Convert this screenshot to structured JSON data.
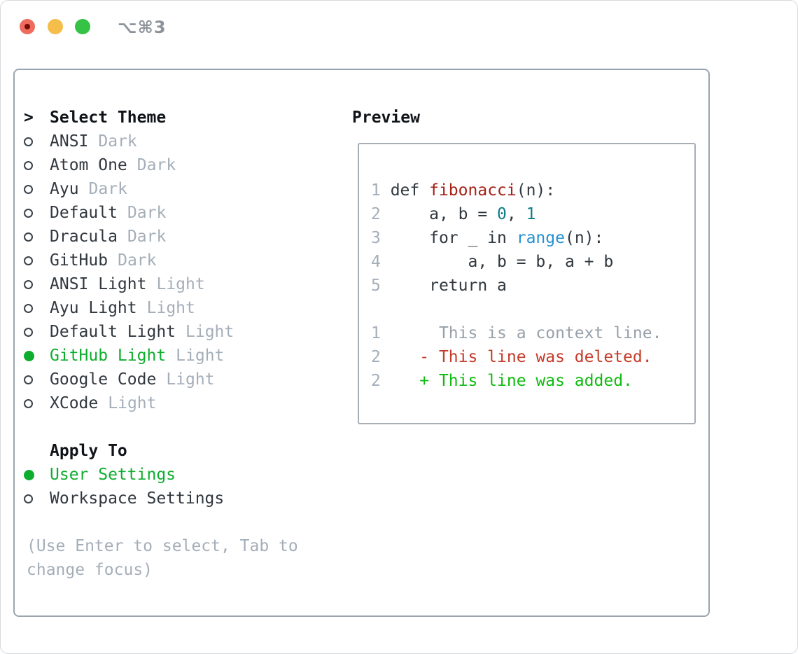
{
  "window": {
    "title_shortcut": "⌥⌘3",
    "traffic_lights": [
      {
        "name": "close",
        "has_dot": true
      },
      {
        "name": "minimize",
        "has_dot": false
      },
      {
        "name": "zoom",
        "has_dot": false
      }
    ]
  },
  "theme_panel": {
    "marker": ">",
    "header": "Select Theme",
    "items": [
      {
        "name": "ANSI",
        "variant": "Dark",
        "selected": false
      },
      {
        "name": "Atom One",
        "variant": "Dark",
        "selected": false
      },
      {
        "name": "Ayu",
        "variant": "Dark",
        "selected": false
      },
      {
        "name": "Default",
        "variant": "Dark",
        "selected": false
      },
      {
        "name": "Dracula",
        "variant": "Dark",
        "selected": false
      },
      {
        "name": "GitHub",
        "variant": "Dark",
        "selected": false
      },
      {
        "name": "ANSI Light",
        "variant": "Light",
        "selected": false
      },
      {
        "name": "Ayu Light",
        "variant": "Light",
        "selected": false
      },
      {
        "name": "Default Light",
        "variant": "Light",
        "selected": false
      },
      {
        "name": "GitHub Light",
        "variant": "Light",
        "selected": true
      },
      {
        "name": "Google Code",
        "variant": "Light",
        "selected": false
      },
      {
        "name": "XCode",
        "variant": "Light",
        "selected": false
      }
    ]
  },
  "apply_panel": {
    "header": "Apply To",
    "items": [
      {
        "name": "User Settings",
        "selected": true
      },
      {
        "name": "Workspace Settings",
        "selected": false
      }
    ]
  },
  "hint": "(Use Enter to select, Tab to change focus)",
  "preview": {
    "header": "Preview",
    "lines": [
      [
        {
          "t": "1",
          "c": "num"
        },
        {
          "t": " def ",
          "c": "plain"
        },
        {
          "t": "fibonacci",
          "c": "fn"
        },
        {
          "t": "(n):",
          "c": "plain"
        }
      ],
      [
        {
          "t": "2",
          "c": "num"
        },
        {
          "t": "     a, b = ",
          "c": "plain"
        },
        {
          "t": "0",
          "c": "lit"
        },
        {
          "t": ", ",
          "c": "plain"
        },
        {
          "t": "1",
          "c": "lit"
        }
      ],
      [
        {
          "t": "3",
          "c": "num"
        },
        {
          "t": "     for _ in ",
          "c": "plain"
        },
        {
          "t": "range",
          "c": "builtin"
        },
        {
          "t": "(n):",
          "c": "plain"
        }
      ],
      [
        {
          "t": "4",
          "c": "num"
        },
        {
          "t": "         a, b = b, a + b",
          "c": "plain"
        }
      ],
      [
        {
          "t": "5",
          "c": "num"
        },
        {
          "t": "     return a",
          "c": "plain"
        }
      ],
      [],
      [
        {
          "t": "1",
          "c": "num"
        },
        {
          "t": "      This is a context line.",
          "c": "ctx"
        }
      ],
      [
        {
          "t": "2",
          "c": "num"
        },
        {
          "t": "    - This line was deleted.",
          "c": "del"
        }
      ],
      [
        {
          "t": "2",
          "c": "num"
        },
        {
          "t": "    + This line was added.",
          "c": "add"
        }
      ]
    ]
  },
  "colors": {
    "text_dark": "#30373e",
    "header_black": "#101418",
    "muted": "#a4aeb9",
    "ctx_gray": "#98a0a8",
    "radio_dark": "#3a424a",
    "sel_green": "#0ead2e",
    "add_green": "#10bb10",
    "del_red": "#c43b28",
    "fn_red": "#a52015",
    "num_teal": "#0e7e86",
    "builtin_blue": "#2590d2",
    "box_border": "#9aa4af",
    "preview_border": "#a7aeb8",
    "window_border": "#d6dade",
    "title_gray": "#8d939a",
    "tl_red": "#ef6b5e",
    "tl_red_dot": "#750b04",
    "tl_yellow": "#f5bd49",
    "tl_green": "#35c245"
  }
}
